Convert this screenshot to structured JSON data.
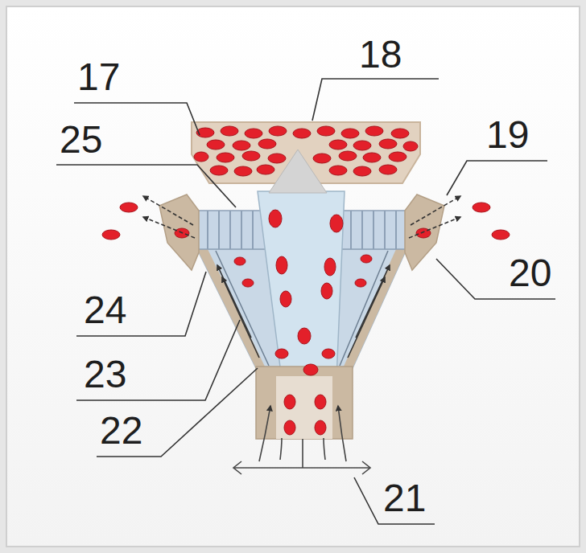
{
  "diagram": {
    "labels": [
      "17",
      "18",
      "25",
      "19",
      "24",
      "20",
      "23",
      "22",
      "21"
    ]
  }
}
